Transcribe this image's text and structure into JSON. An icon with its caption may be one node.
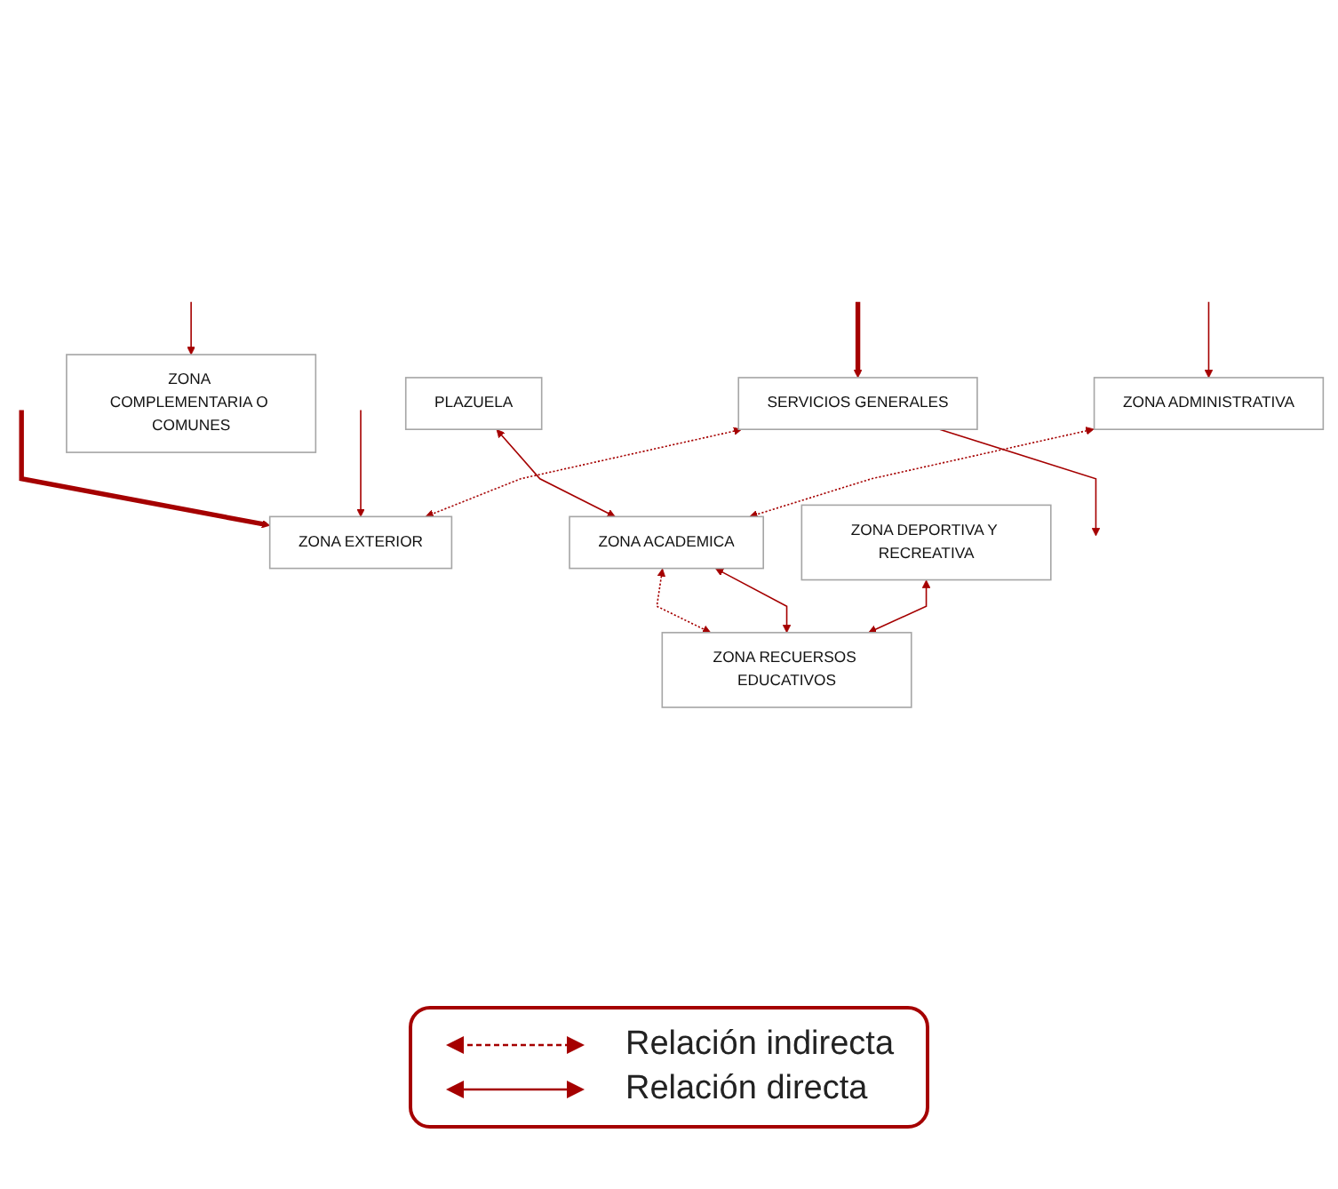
{
  "diagram": {
    "nodes": [
      {
        "text": [
          "SERVICIOS GENERALES"
        ]
      },
      {
        "text": [
          "ZONA COMPLEMENTARIA O COMUNES"
        ]
      },
      {
        "text": [
          "ZONA EXTERIOR"
        ]
      },
      {
        "text": [
          "PLAZUELA"
        ]
      },
      {
        "text": [
          "ZONA ADMINISTRATIVA"
        ]
      },
      {
        "text": [
          "ZONA ACADEMICA"
        ]
      },
      {
        "text": [
          "ZONA DEPORTIVA Y RECREATIVA"
        ]
      },
      {
        "text": [
          "ZONA RECUERSOS EDUCATIVOS"
        ]
      }
    ],
    "edges": [
      {
        "from": null,
        "to": 0,
        "arrow": "to",
        "style": "thick"
      },
      {
        "from": 0,
        "to": null,
        "arrow": "to"
      },
      {
        "from": null,
        "to": 2,
        "arrow": "to",
        "style": "thick"
      },
      {
        "from": null,
        "to": 1,
        "arrow": "to"
      },
      {
        "from": null,
        "to": 2,
        "arrow": "to"
      },
      {
        "from": null,
        "to": 4,
        "arrow": "to"
      },
      {
        "from": 0,
        "to": 2,
        "arrow": "both",
        "style": "dashed"
      },
      {
        "from": 3,
        "to": 5,
        "arrow": "both"
      },
      {
        "from": 4,
        "to": 5,
        "arrow": "both",
        "style": "dashed"
      },
      {
        "from": 5,
        "to": 7,
        "arrow": "both",
        "style": "dashed"
      },
      {
        "from": 5,
        "to": 7,
        "arrow": "both"
      },
      {
        "from": 6,
        "to": 7,
        "arrow": "both"
      }
    ],
    "legend": [
      {
        "text": "Relación indirecta"
      },
      {
        "text": "Relación directa"
      }
    ]
  }
}
